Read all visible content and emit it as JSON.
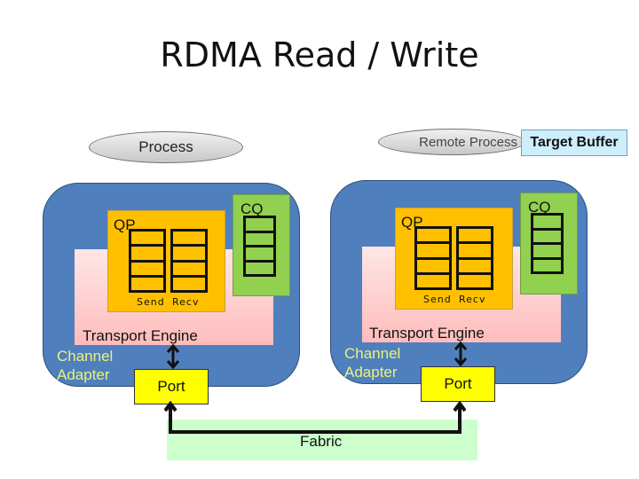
{
  "title": "RDMA Read / Write",
  "local": {
    "process_label": "Process",
    "qp_label": "QP",
    "cq_label": "CQ",
    "send_label": "Send",
    "recv_label": "Recv",
    "transport_label": "Transport Engine",
    "channel_label": "Channel",
    "adapter_label": "Adapter",
    "port_label": "Port"
  },
  "remote": {
    "process_label": "Remote Process",
    "target_buffer_label": "Target Buffer",
    "qp_label": "QP",
    "cq_label": "CQ",
    "send_label": "Send",
    "recv_label": "Recv",
    "transport_label": "Transport Engine",
    "channel_label": "Channel",
    "adapter_label": "Adapter",
    "port_label": "Port"
  },
  "fabric_label": "Fabric",
  "colors": {
    "channel_adapter": "#4f7fbd",
    "qp": "#ffc000",
    "cq": "#92d050",
    "port": "#ffff00",
    "fabric": "#ccffcc",
    "transport_engine": "#ffbcbc"
  }
}
